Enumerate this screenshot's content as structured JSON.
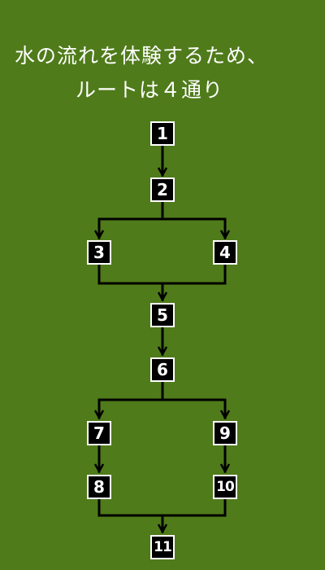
{
  "title": {
    "line1": "水の流れを体験するため、",
    "line2": "ルートは４通り"
  },
  "flow": {
    "nodes": {
      "n1": "1",
      "n2": "2",
      "n3": "3",
      "n4": "4",
      "n5": "5",
      "n6": "6",
      "n7": "7",
      "n8": "8",
      "n9": "9",
      "n10": "10",
      "n11": "11"
    }
  },
  "colors": {
    "background": "#4f7b1a",
    "node_fill": "#000000",
    "node_border": "#ffffff",
    "connector": "#000000",
    "title_text": "#ffffff"
  }
}
